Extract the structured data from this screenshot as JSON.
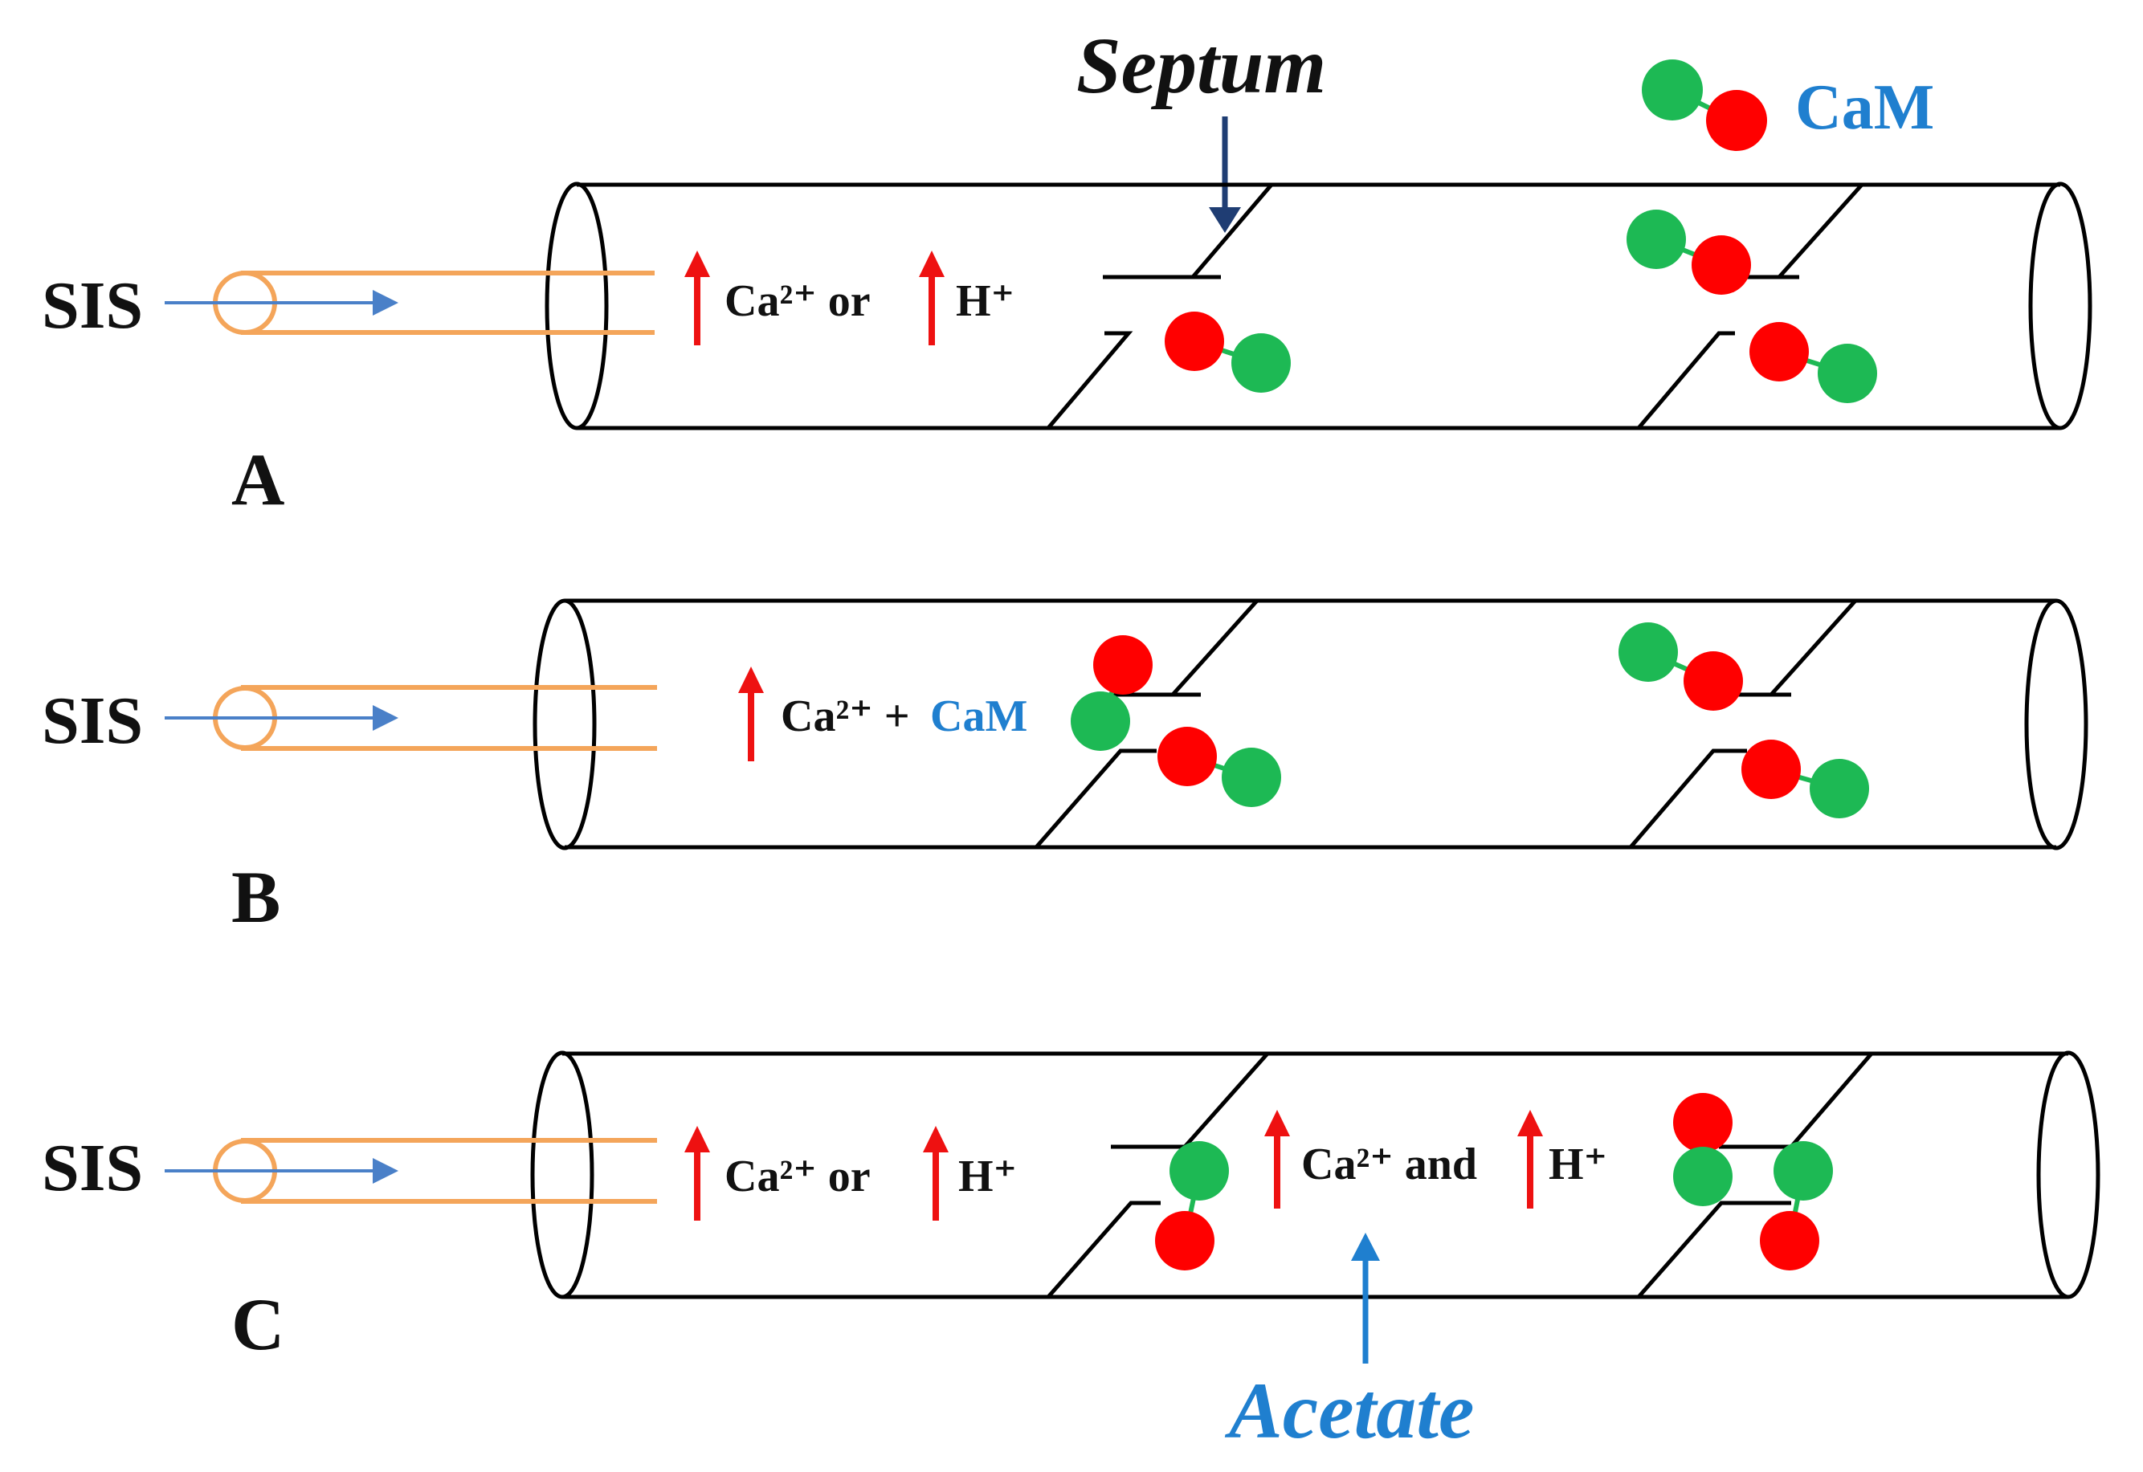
{
  "colors": {
    "ion_arrow": "#ee1111",
    "cam_red": "#ff0000",
    "cam_green": "#1db954",
    "accent_blue": "#1f7fcf",
    "pipe": "#f4a55a",
    "flow_arrow": "#4a80c8"
  },
  "header": {
    "septum": "Septum",
    "cam": "CaM"
  },
  "panels": [
    {
      "letter": "A",
      "sis": "SIS",
      "ion_text": "Ca²⁺ or",
      "h_text": "H⁺"
    },
    {
      "letter": "B",
      "sis": "SIS",
      "ion_text": "Ca²⁺ +",
      "cam_text": "CaM"
    },
    {
      "letter": "C",
      "sis": "SIS",
      "ion_text": "Ca²⁺ or",
      "h_text": "H⁺",
      "mid_text": "Ca²⁺ and",
      "mid_h_text": "H⁺",
      "acetate": "Acetate"
    }
  ]
}
